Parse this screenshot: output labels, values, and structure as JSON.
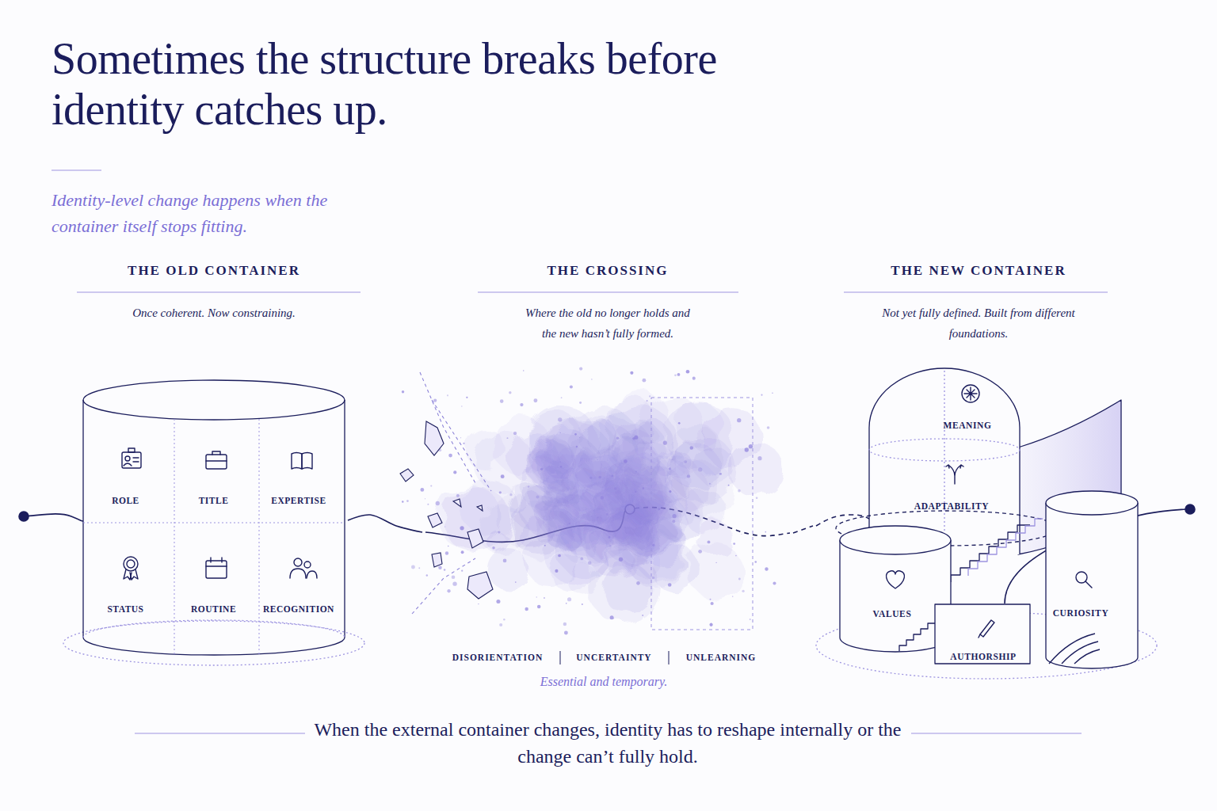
{
  "diagram": {
    "title": "Sometimes the structure breaks before identity catches up.",
    "caption": "When the external container changes, identity has to reshape internally or the change can’t fully hold.",
    "nodes": [
      {
        "text": [
          "THE OLD CONTAINER",
          "Once coherent. Now constraining."
        ]
      },
      {
        "text": [
          "ROLE"
        ],
        "in": 0
      },
      {
        "text": [
          "TITLE"
        ],
        "in": 0
      },
      {
        "text": [
          "EXPERTISE"
        ],
        "in": 0
      },
      {
        "text": [
          "STATUS"
        ],
        "in": 0
      },
      {
        "text": [
          "ROUTINE"
        ],
        "in": 0
      },
      {
        "text": [
          "RECOGNITION"
        ],
        "in": 0
      },
      {
        "text": [
          "THE CROSSING",
          "Where the old no longer holds and the new hasn’t fully formed."
        ]
      },
      {
        "text": [
          "THE NEW CONTAINER",
          "Not yet fully defined. Built from different foundations."
        ]
      },
      {
        "text": [
          "MEANING"
        ],
        "in": 8
      },
      {
        "text": [
          "ADAPTABILITY"
        ],
        "in": 8
      },
      {
        "text": [
          "VALUES"
        ],
        "in": 8
      },
      {
        "text": [
          "CURIOSITY"
        ],
        "in": 8
      },
      {
        "text": [
          "AUTHORSHIP"
        ],
        "in": 8
      }
    ],
    "edges": [
      {
        "from": 0,
        "to": 7,
        "arrow": "none"
      },
      {
        "from": 7,
        "to": 8,
        "arrow": "none"
      }
    ],
    "labels": [
      "Identity-level change happens when the container itself stops fitting.",
      "DISORIENTATION",
      "UNCERTAINTY",
      "UNLEARNING",
      "Essential and temporary."
    ]
  }
}
